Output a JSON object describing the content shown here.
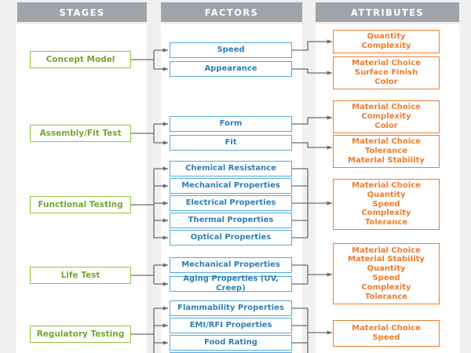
{
  "palette": {
    "page_bg": "#f0f0f0",
    "panel_bg": "#ffffff",
    "header_bg": "#a0a4a8",
    "header_text": "#ffffff",
    "stage_border": "#8dc63f",
    "stage_text": "#73a832",
    "factor_border": "#53a9dd",
    "factor_text": "#2f7fb5",
    "attribute_border": "#f07c2b",
    "attribute_text": "#f07c2b",
    "connector": "#6d6d6d"
  },
  "columns": {
    "stages": {
      "title": "STAGES"
    },
    "factors": {
      "title": "FACTORS"
    },
    "attributes": {
      "title": "ATTRIBUTES"
    }
  },
  "stages": [
    {
      "id": "concept-model",
      "label": "Concept Model"
    },
    {
      "id": "assembly-fit-test",
      "label": "Assembly/Fit Test"
    },
    {
      "id": "functional-testing",
      "label": "Functional Testing"
    },
    {
      "id": "life-test",
      "label": "Life Test"
    },
    {
      "id": "regulatory-testing",
      "label": "Regulatory Testing"
    }
  ],
  "factors": [
    {
      "id": "speed",
      "label": "Speed"
    },
    {
      "id": "appearance",
      "label": "Appearance"
    },
    {
      "id": "form",
      "label": "Form"
    },
    {
      "id": "fit",
      "label": "Fit"
    },
    {
      "id": "chemical-resistance",
      "label": "Chemical Resistance"
    },
    {
      "id": "mechanical-properties-1",
      "label": "Mechanical Properties"
    },
    {
      "id": "electrical-properties",
      "label": "Electrical Properties"
    },
    {
      "id": "thermal-properties",
      "label": "Thermal Properties"
    },
    {
      "id": "optical-properties",
      "label": "Optical Properties"
    },
    {
      "id": "mechanical-properties-2",
      "label": "Mechanical Properties"
    },
    {
      "id": "aging-properties",
      "label": "Aging Properties (UV, Creep)"
    },
    {
      "id": "flammability-properties",
      "label": "Flammability Properties"
    },
    {
      "id": "emi-rfi-properties",
      "label": "EMI/RFI Properties"
    },
    {
      "id": "food-rating",
      "label": "Food Rating"
    },
    {
      "id": "clipped-factor",
      "label": ""
    }
  ],
  "attributes": [
    {
      "id": "attr-speed",
      "label": "Quantity\nComplexity"
    },
    {
      "id": "attr-appearance",
      "label": "Material Choice\nSurface Finish\nColor"
    },
    {
      "id": "attr-form",
      "label": "Material Choice\nComplexity\nColor"
    },
    {
      "id": "attr-fit",
      "label": "Material Choice\nTolerance\nMaterial Stability"
    },
    {
      "id": "attr-functional",
      "label": "Material Choice\nQuantity\nSpeed\nComplexity\nTolerance"
    },
    {
      "id": "attr-life",
      "label": "Material Choice\nMaterial Stability\nQuantity\nSpeed\nComplexity\nTolerance"
    },
    {
      "id": "attr-regulatory",
      "label": "Material Choice\nSpeed"
    }
  ]
}
